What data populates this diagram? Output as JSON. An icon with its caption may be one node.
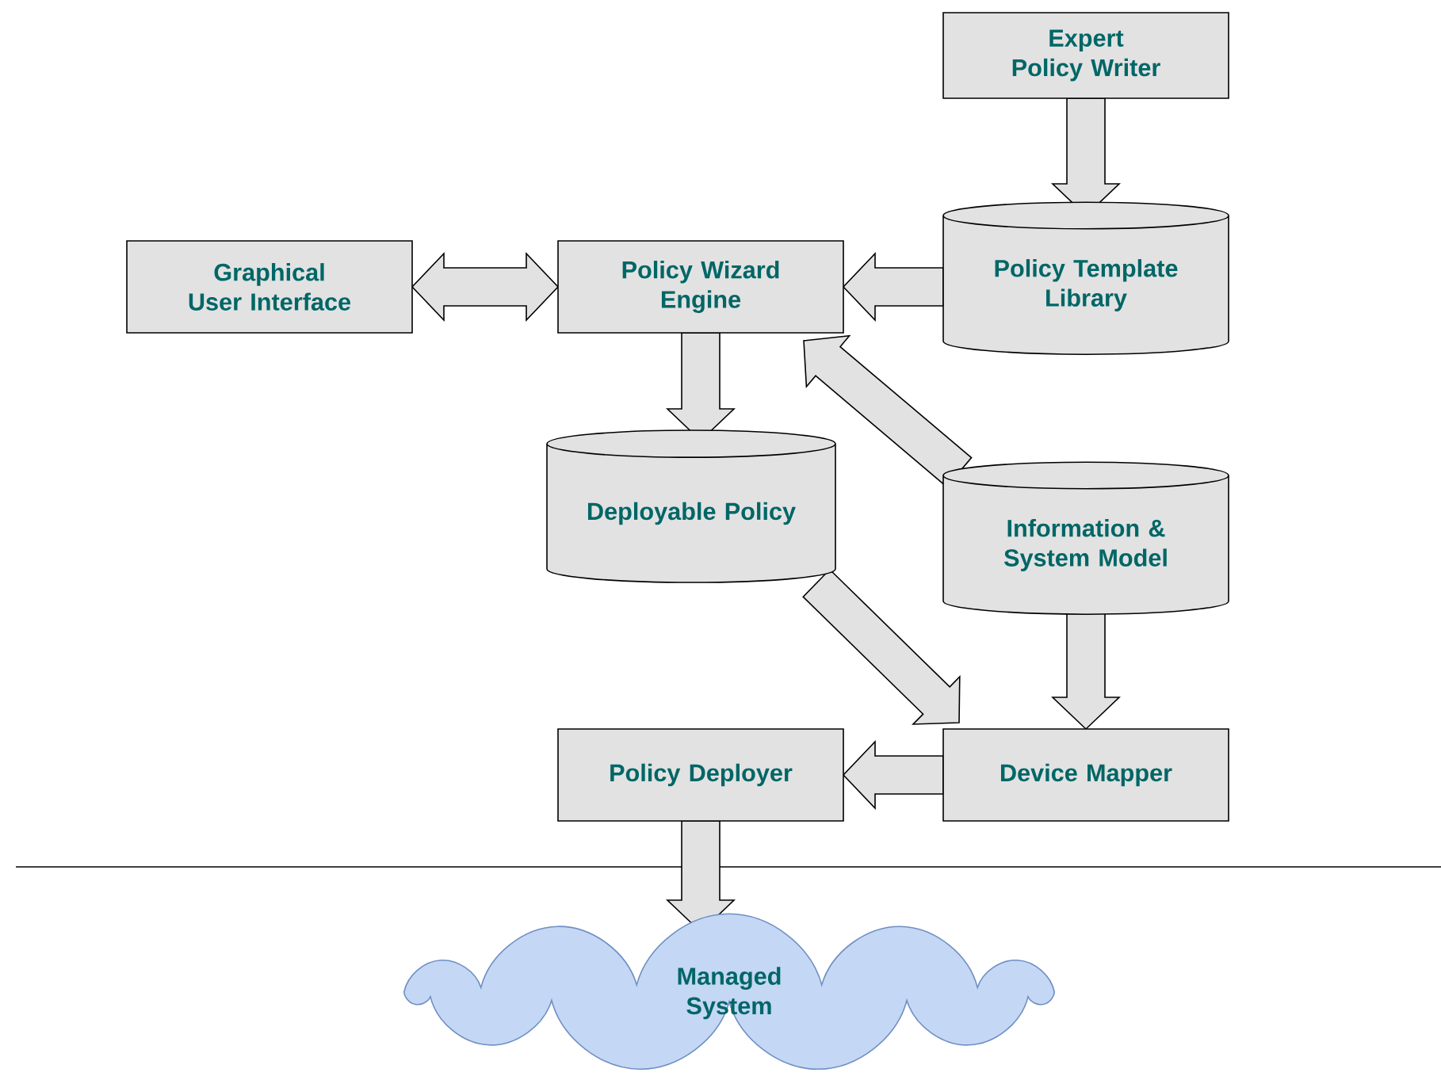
{
  "diagram": {
    "nodes": [
      {
        "text": [
          "Expert Policy Writer"
        ]
      },
      {
        "text": [
          "Graphical User Interface"
        ]
      },
      {
        "text": [
          "Policy Wizard Engine"
        ]
      },
      {
        "text": [
          "Policy Template Library"
        ]
      },
      {
        "text": [
          "Deployable Policy"
        ]
      },
      {
        "text": [
          "Information & System Model"
        ]
      },
      {
        "text": [
          "Policy Deployer"
        ]
      },
      {
        "text": [
          "Device Mapper"
        ]
      },
      {
        "text": [
          "Managed System"
        ]
      }
    ],
    "edges": [
      {
        "from": 0,
        "to": 3,
        "arrow": "to"
      },
      {
        "from": 1,
        "to": 2,
        "arrow": "both"
      },
      {
        "from": 3,
        "to": 2,
        "arrow": "to"
      },
      {
        "from": 2,
        "to": 4,
        "arrow": "to"
      },
      {
        "from": 5,
        "to": 2,
        "arrow": "to"
      },
      {
        "from": 4,
        "to": 7,
        "arrow": "to"
      },
      {
        "from": 5,
        "to": 7,
        "arrow": "to"
      },
      {
        "from": 7,
        "to": 6,
        "arrow": "to"
      },
      {
        "from": 6,
        "to": 8,
        "arrow": "to"
      }
    ]
  }
}
